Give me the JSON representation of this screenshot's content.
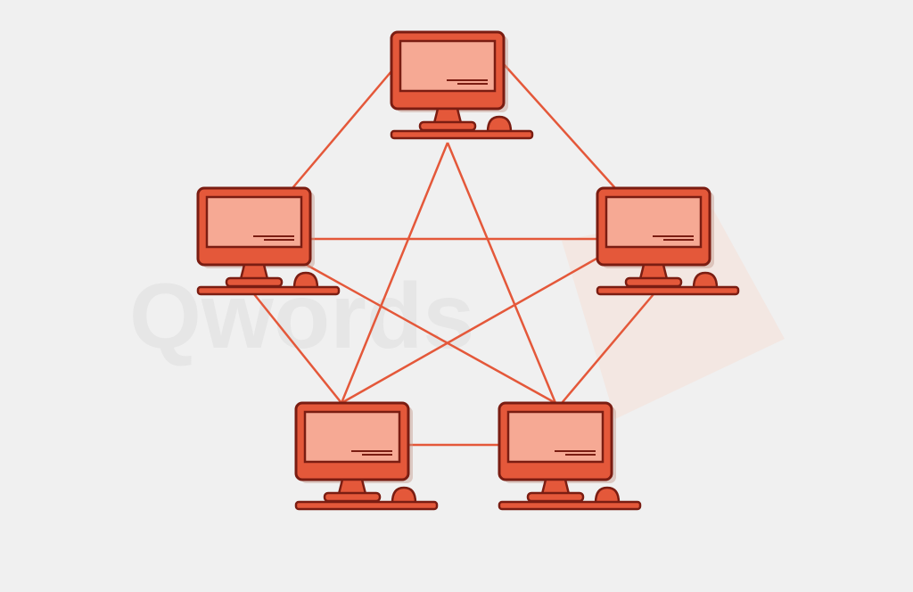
{
  "watermark": {
    "text": "Qwords",
    "icon": "qwords-logo-icon",
    "color": "#e6e6e6",
    "icon_color": "#f3e3dc"
  },
  "colors": {
    "background": "#f0f0f0",
    "link": "#e4583a",
    "device_body": "#e4583a",
    "device_outline": "#7a1d12",
    "screen": "#f6a994",
    "shadow": "#c49a8c"
  },
  "diagram": {
    "topology": "full-mesh",
    "nodes": [
      {
        "id": "pc-top",
        "icon": "desktop-computer-icon"
      },
      {
        "id": "pc-left",
        "icon": "desktop-computer-icon"
      },
      {
        "id": "pc-right",
        "icon": "desktop-computer-icon"
      },
      {
        "id": "pc-bottom-left",
        "icon": "desktop-computer-icon"
      },
      {
        "id": "pc-bottom-right",
        "icon": "desktop-computer-icon"
      }
    ],
    "links": [
      [
        "pc-top",
        "pc-left"
      ],
      [
        "pc-top",
        "pc-right"
      ],
      [
        "pc-top",
        "pc-bottom-left"
      ],
      [
        "pc-top",
        "pc-bottom-right"
      ],
      [
        "pc-left",
        "pc-right"
      ],
      [
        "pc-left",
        "pc-bottom-left"
      ],
      [
        "pc-left",
        "pc-bottom-right"
      ],
      [
        "pc-right",
        "pc-bottom-left"
      ],
      [
        "pc-right",
        "pc-bottom-right"
      ],
      [
        "pc-bottom-left",
        "pc-bottom-right"
      ]
    ]
  }
}
